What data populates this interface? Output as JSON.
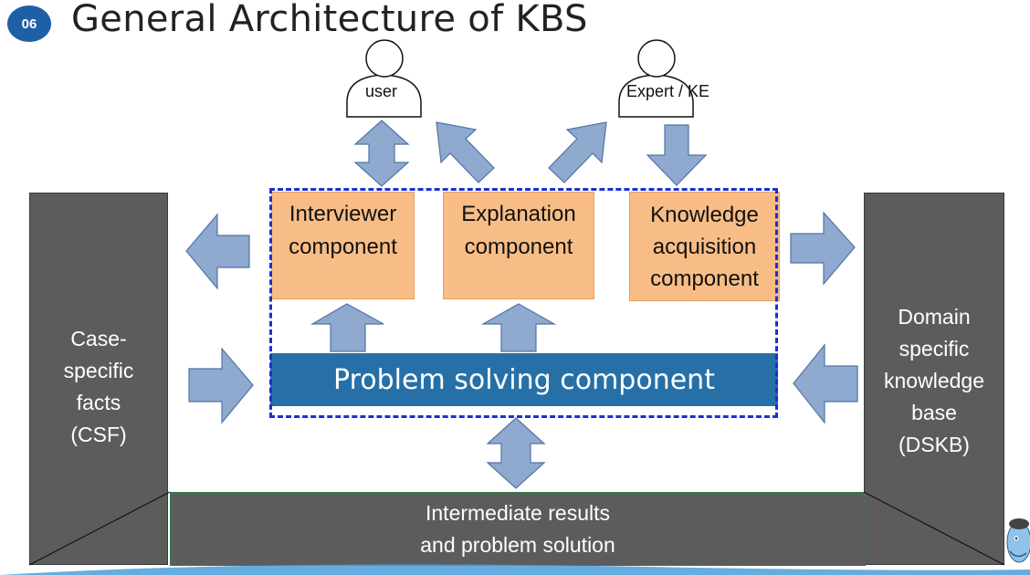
{
  "slide": {
    "number": "06",
    "title": "General Architecture of KBS"
  },
  "actors": {
    "user": "user",
    "expert": "Expert / KE"
  },
  "components": {
    "interviewer": [
      "Interviewer",
      "component"
    ],
    "explanation": [
      "Explanation",
      "component"
    ],
    "knowledge": [
      "Knowledge",
      "acquisition",
      "component"
    ]
  },
  "problem_solving": "Problem solving component",
  "csf": [
    "Case-",
    "specific",
    "facts",
    "(CSF)"
  ],
  "dskb": [
    "Domain",
    "specific",
    "knowledge",
    "base",
    "(DSKB)"
  ],
  "intermediate": [
    "Intermediate results",
    "and problem solution"
  ],
  "colors": {
    "arrow_fill": "#8fa9cf",
    "arrow_stroke": "#4f74a8",
    "component": "#f8bd86",
    "problem": "#2670a7",
    "gray": "#5c5c5c",
    "dashed": "#1a2fd6"
  }
}
